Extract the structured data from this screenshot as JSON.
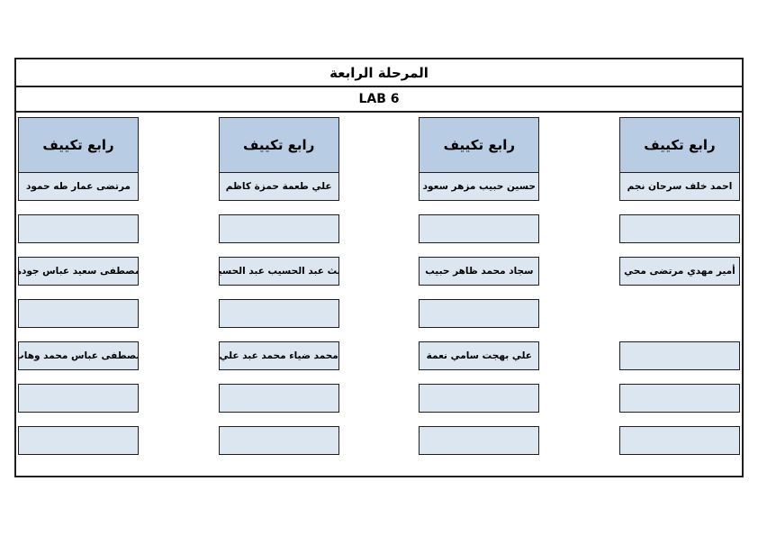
{
  "page": {
    "title": "المرحلة الرابعة",
    "lab_label": "LAB 6"
  },
  "colors": {
    "header_fill": "#b8cce4",
    "cell_fill": "#dce6f1",
    "border_color": "#1f1f1f",
    "page_bg": "#ffffff"
  },
  "columns": [
    {
      "header": "رابع تكييف",
      "rows": [
        {
          "text": "مرتضى عمار طه حمود",
          "box": true
        },
        {
          "text": "",
          "box": true
        },
        {
          "text": "مصطفى سعيد عباس جودة",
          "box": true
        },
        {
          "text": "",
          "box": true
        },
        {
          "text": "مصطفى عباس محمد وهاب",
          "box": true
        },
        {
          "text": "",
          "box": true
        },
        {
          "text": "",
          "box": true
        }
      ]
    },
    {
      "header": "رابع تكييف",
      "rows": [
        {
          "text": "علي طعمة حمزة كاظم",
          "box": true
        },
        {
          "text": "",
          "box": true
        },
        {
          "text": "غيث عبد الحسيب عبد الحسين",
          "box": true
        },
        {
          "text": "",
          "box": true
        },
        {
          "text": "محمد ضياء محمد عبد علي",
          "box": true
        },
        {
          "text": "",
          "box": true
        },
        {
          "text": "",
          "box": true
        }
      ]
    },
    {
      "header": "رابع تكييف",
      "rows": [
        {
          "text": "حسين حبيب مزهر سعود",
          "box": true
        },
        {
          "text": "",
          "box": true
        },
        {
          "text": "سجاد محمد ظاهر حبيب",
          "box": true
        },
        {
          "text": "",
          "box": true
        },
        {
          "text": "علي بهجت سامي نعمة",
          "box": true
        },
        {
          "text": "",
          "box": true
        },
        {
          "text": "",
          "box": true
        }
      ]
    },
    {
      "header": "رابع تكييف",
      "rows": [
        {
          "text": "احمد خلف سرحان نجم",
          "box": true
        },
        {
          "text": "",
          "box": true
        },
        {
          "text": "أمير مهدي مرتضى محي",
          "box": true
        },
        {
          "text": "",
          "box": false
        },
        {
          "text": "",
          "box": true
        },
        {
          "text": "",
          "box": true
        },
        {
          "text": "",
          "box": true
        }
      ]
    }
  ]
}
